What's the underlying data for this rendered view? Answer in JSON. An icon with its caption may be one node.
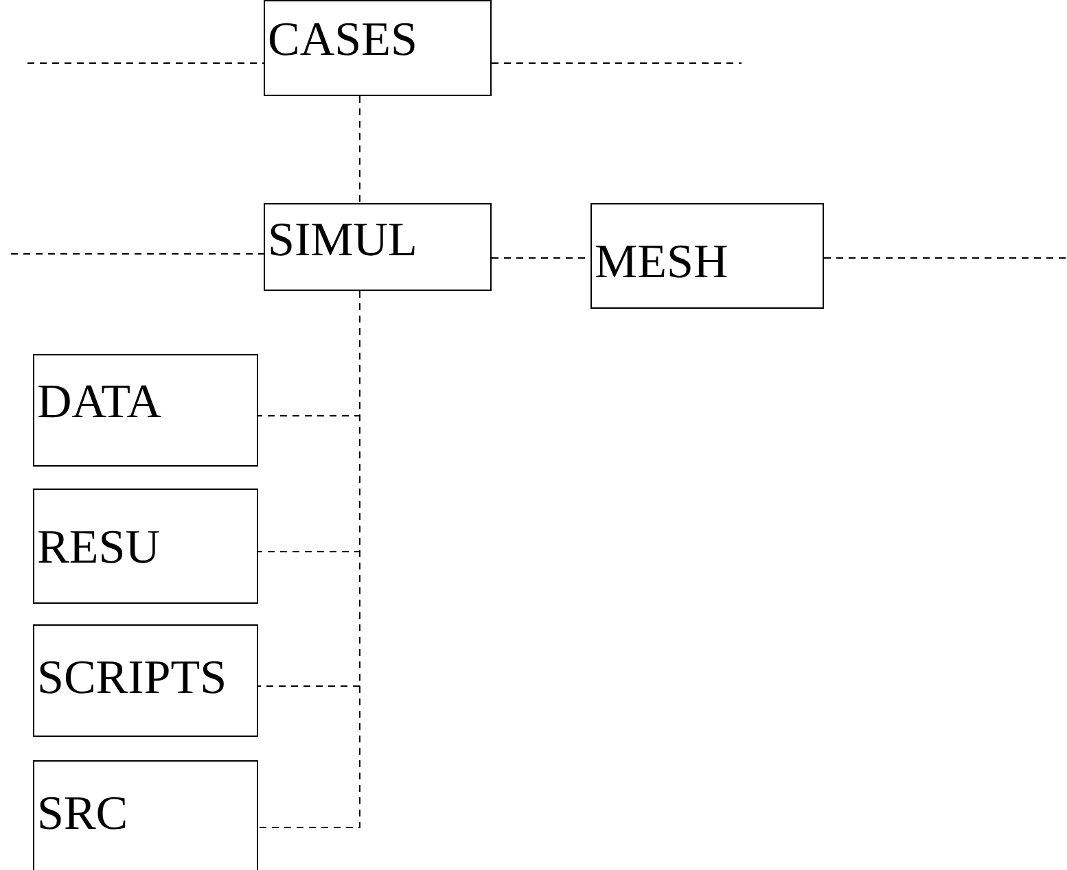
{
  "diagram": {
    "nodes": [
      {
        "text": [
          "CASES"
        ]
      },
      {
        "text": [
          "SIMUL"
        ]
      },
      {
        "text": [
          "MESH"
        ]
      },
      {
        "text": [
          "DATA"
        ]
      },
      {
        "text": [
          "RESU"
        ]
      },
      {
        "text": [
          "SCRIPTS"
        ]
      },
      {
        "text": [
          "SRC"
        ]
      }
    ],
    "edges": [
      {
        "from": null,
        "to": 0,
        "arrow": "none",
        "style": "dashed"
      },
      {
        "from": 0,
        "to": null,
        "arrow": "none",
        "style": "dashed"
      },
      {
        "from": 0,
        "to": 1,
        "arrow": "none",
        "style": "dashed"
      },
      {
        "from": null,
        "to": 1,
        "arrow": "none",
        "style": "dashed"
      },
      {
        "from": 1,
        "to": 2,
        "arrow": "none",
        "style": "dashed"
      },
      {
        "from": 2,
        "to": null,
        "arrow": "none",
        "style": "dashed"
      },
      {
        "from": 1,
        "to": 3,
        "arrow": "none",
        "style": "dashed"
      },
      {
        "from": 1,
        "to": 4,
        "arrow": "none",
        "style": "dashed"
      },
      {
        "from": 1,
        "to": 5,
        "arrow": "none",
        "style": "dashed"
      },
      {
        "from": 1,
        "to": 6,
        "arrow": "none",
        "style": "dashed"
      }
    ]
  }
}
